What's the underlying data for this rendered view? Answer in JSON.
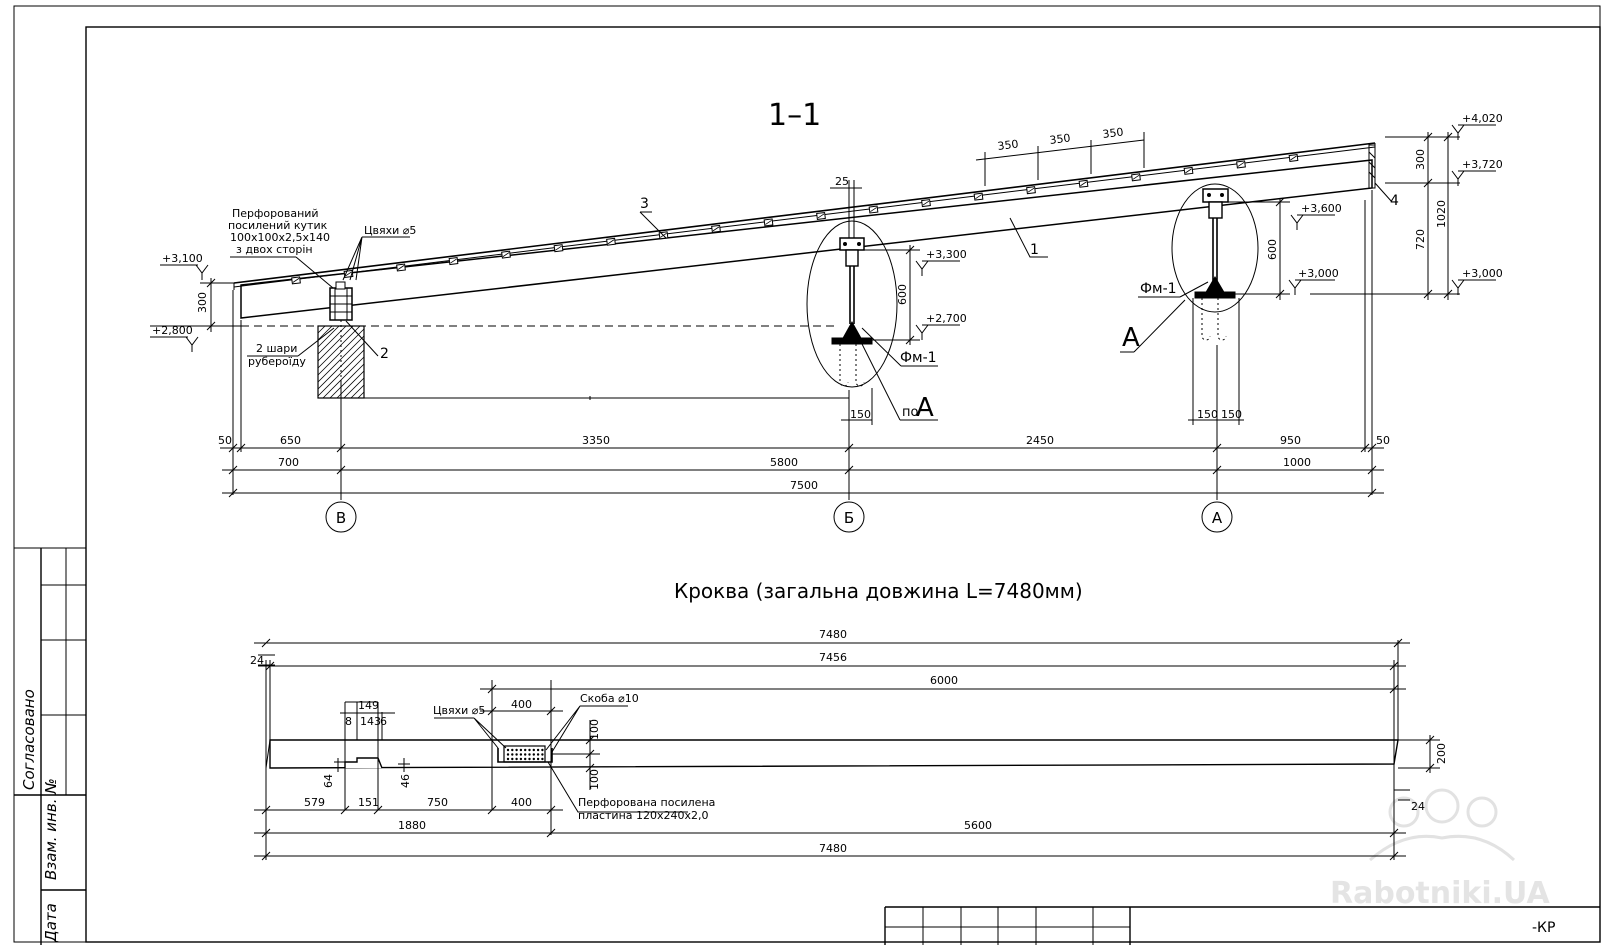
{
  "section": {
    "title": "1–1",
    "labels": {
      "corner_bracket": [
        "Перфорований",
        "посилений кутик",
        "100х100х2,5х140",
        "з двох сторін"
      ],
      "nails": "Цвяхи ⌀5",
      "felt": [
        "2 шари",
        "рубероїду"
      ],
      "item_1": "1",
      "item_2": "2",
      "item_3": "3",
      "item_4": "4",
      "fm1_mid": "Фм-1",
      "fm1_right": "Фм-1",
      "node_a_ref": "А",
      "node_a_po_prefix": "по",
      "node_a_po_letter": "А"
    },
    "elevations": {
      "e3100": "+3,100",
      "e2800": "+2,800",
      "e3300": "+3,300",
      "e2700": "+2,700",
      "e3600": "+3,600",
      "e3000_inner": "+3,000",
      "e4020": "+4,020",
      "e3720": "+3,720",
      "e3000_outer": "+3,000"
    },
    "dims": {
      "d300_left": "300",
      "d25": "25",
      "d350_1": "350",
      "d350_2": "350",
      "d350_3": "350",
      "d600_mid": "600",
      "d150_mid": "150",
      "d600_right": "600",
      "d150_r1": "150",
      "d150_r2": "150",
      "d300_right": "300",
      "d720": "720",
      "d1020": "1020",
      "row1": [
        "50",
        "650",
        "3350",
        "2450",
        "950",
        "50"
      ],
      "row2": [
        "700",
        "5800",
        "1000"
      ],
      "row3": "7500"
    },
    "axes": [
      "В",
      "Б",
      "А"
    ]
  },
  "rafter": {
    "title": "Кроква (загальна довжина L=7480мм)",
    "labels": {
      "nails": "Цвяхи ⌀5",
      "staple": "Скоба ⌀10",
      "plate": [
        "Перфорована посилена",
        "пластина 120х240х2,0"
      ]
    },
    "dims": {
      "top1": "7480",
      "top2": "7456",
      "top3": "6000",
      "d24_left": "24",
      "d149": "149",
      "d8": "8",
      "d143": "143",
      "d6": "6",
      "d400_top": "400",
      "d100_top": "100",
      "d100_bot": "100",
      "d200": "200",
      "d64": "64",
      "d46": "46",
      "d24_right": "24",
      "row1": [
        "579",
        "151",
        "750",
        "400"
      ],
      "row2": [
        "1880",
        "5600"
      ],
      "row3": "7480"
    }
  },
  "title_block": {
    "side_agreed": "Согласовано",
    "side_inv": "Взам. инв. №",
    "side_date": "Дата",
    "code": "-КР"
  },
  "watermark": "Rabotniki.UA"
}
